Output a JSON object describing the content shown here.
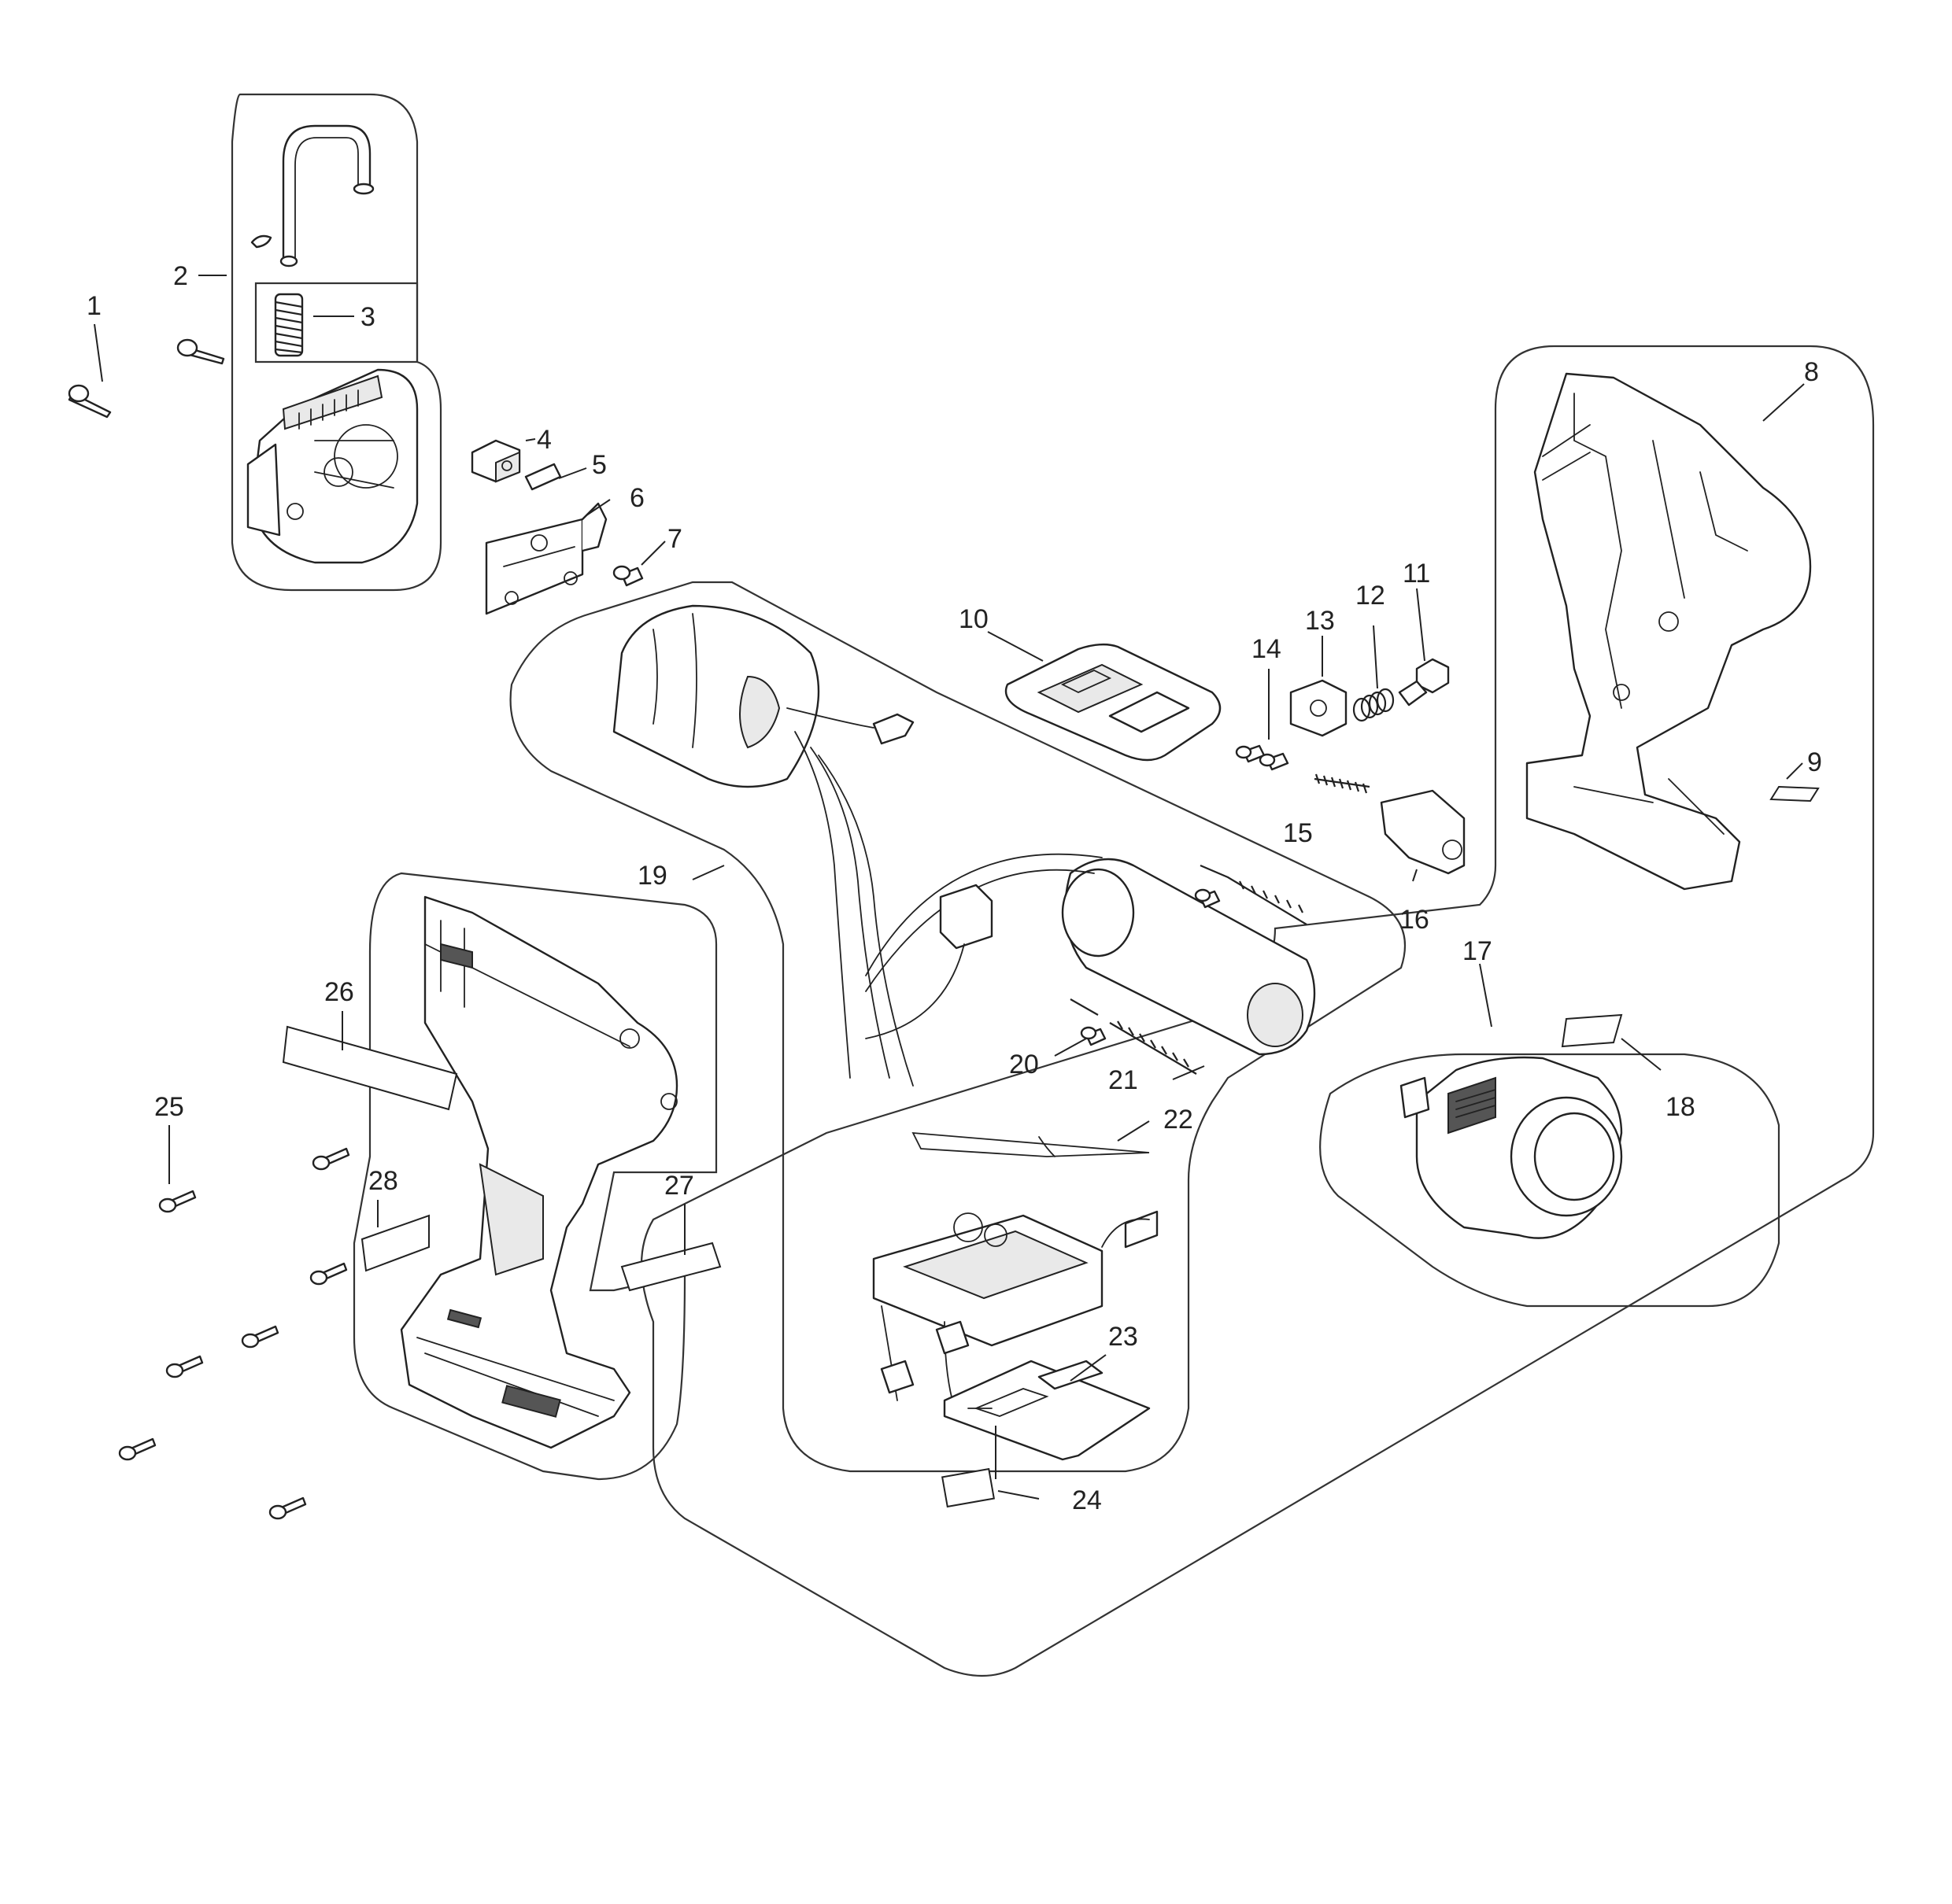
{
  "parts": [
    {
      "id": "1",
      "text": "1"
    },
    {
      "id": "2",
      "text": "2"
    },
    {
      "id": "3",
      "text": "3"
    },
    {
      "id": "4",
      "text": "4"
    },
    {
      "id": "5",
      "text": "5"
    },
    {
      "id": "6",
      "text": "6"
    },
    {
      "id": "7",
      "text": "7"
    },
    {
      "id": "8",
      "text": "8"
    },
    {
      "id": "9",
      "text": "9"
    },
    {
      "id": "10",
      "text": "10"
    },
    {
      "id": "11",
      "text": "11"
    },
    {
      "id": "12",
      "text": "12"
    },
    {
      "id": "13",
      "text": "13"
    },
    {
      "id": "14",
      "text": "14"
    },
    {
      "id": "15",
      "text": "15"
    },
    {
      "id": "16",
      "text": "16"
    },
    {
      "id": "17",
      "text": "17"
    },
    {
      "id": "18",
      "text": "18"
    },
    {
      "id": "19",
      "text": "19"
    },
    {
      "id": "20",
      "text": "20"
    },
    {
      "id": "21",
      "text": "21"
    },
    {
      "id": "22",
      "text": "22"
    },
    {
      "id": "23",
      "text": "23"
    },
    {
      "id": "24",
      "text": "24"
    },
    {
      "id": "25",
      "text": "25"
    },
    {
      "id": "26",
      "text": "26"
    },
    {
      "id": "27",
      "text": "27"
    },
    {
      "id": "28",
      "text": "28"
    }
  ]
}
